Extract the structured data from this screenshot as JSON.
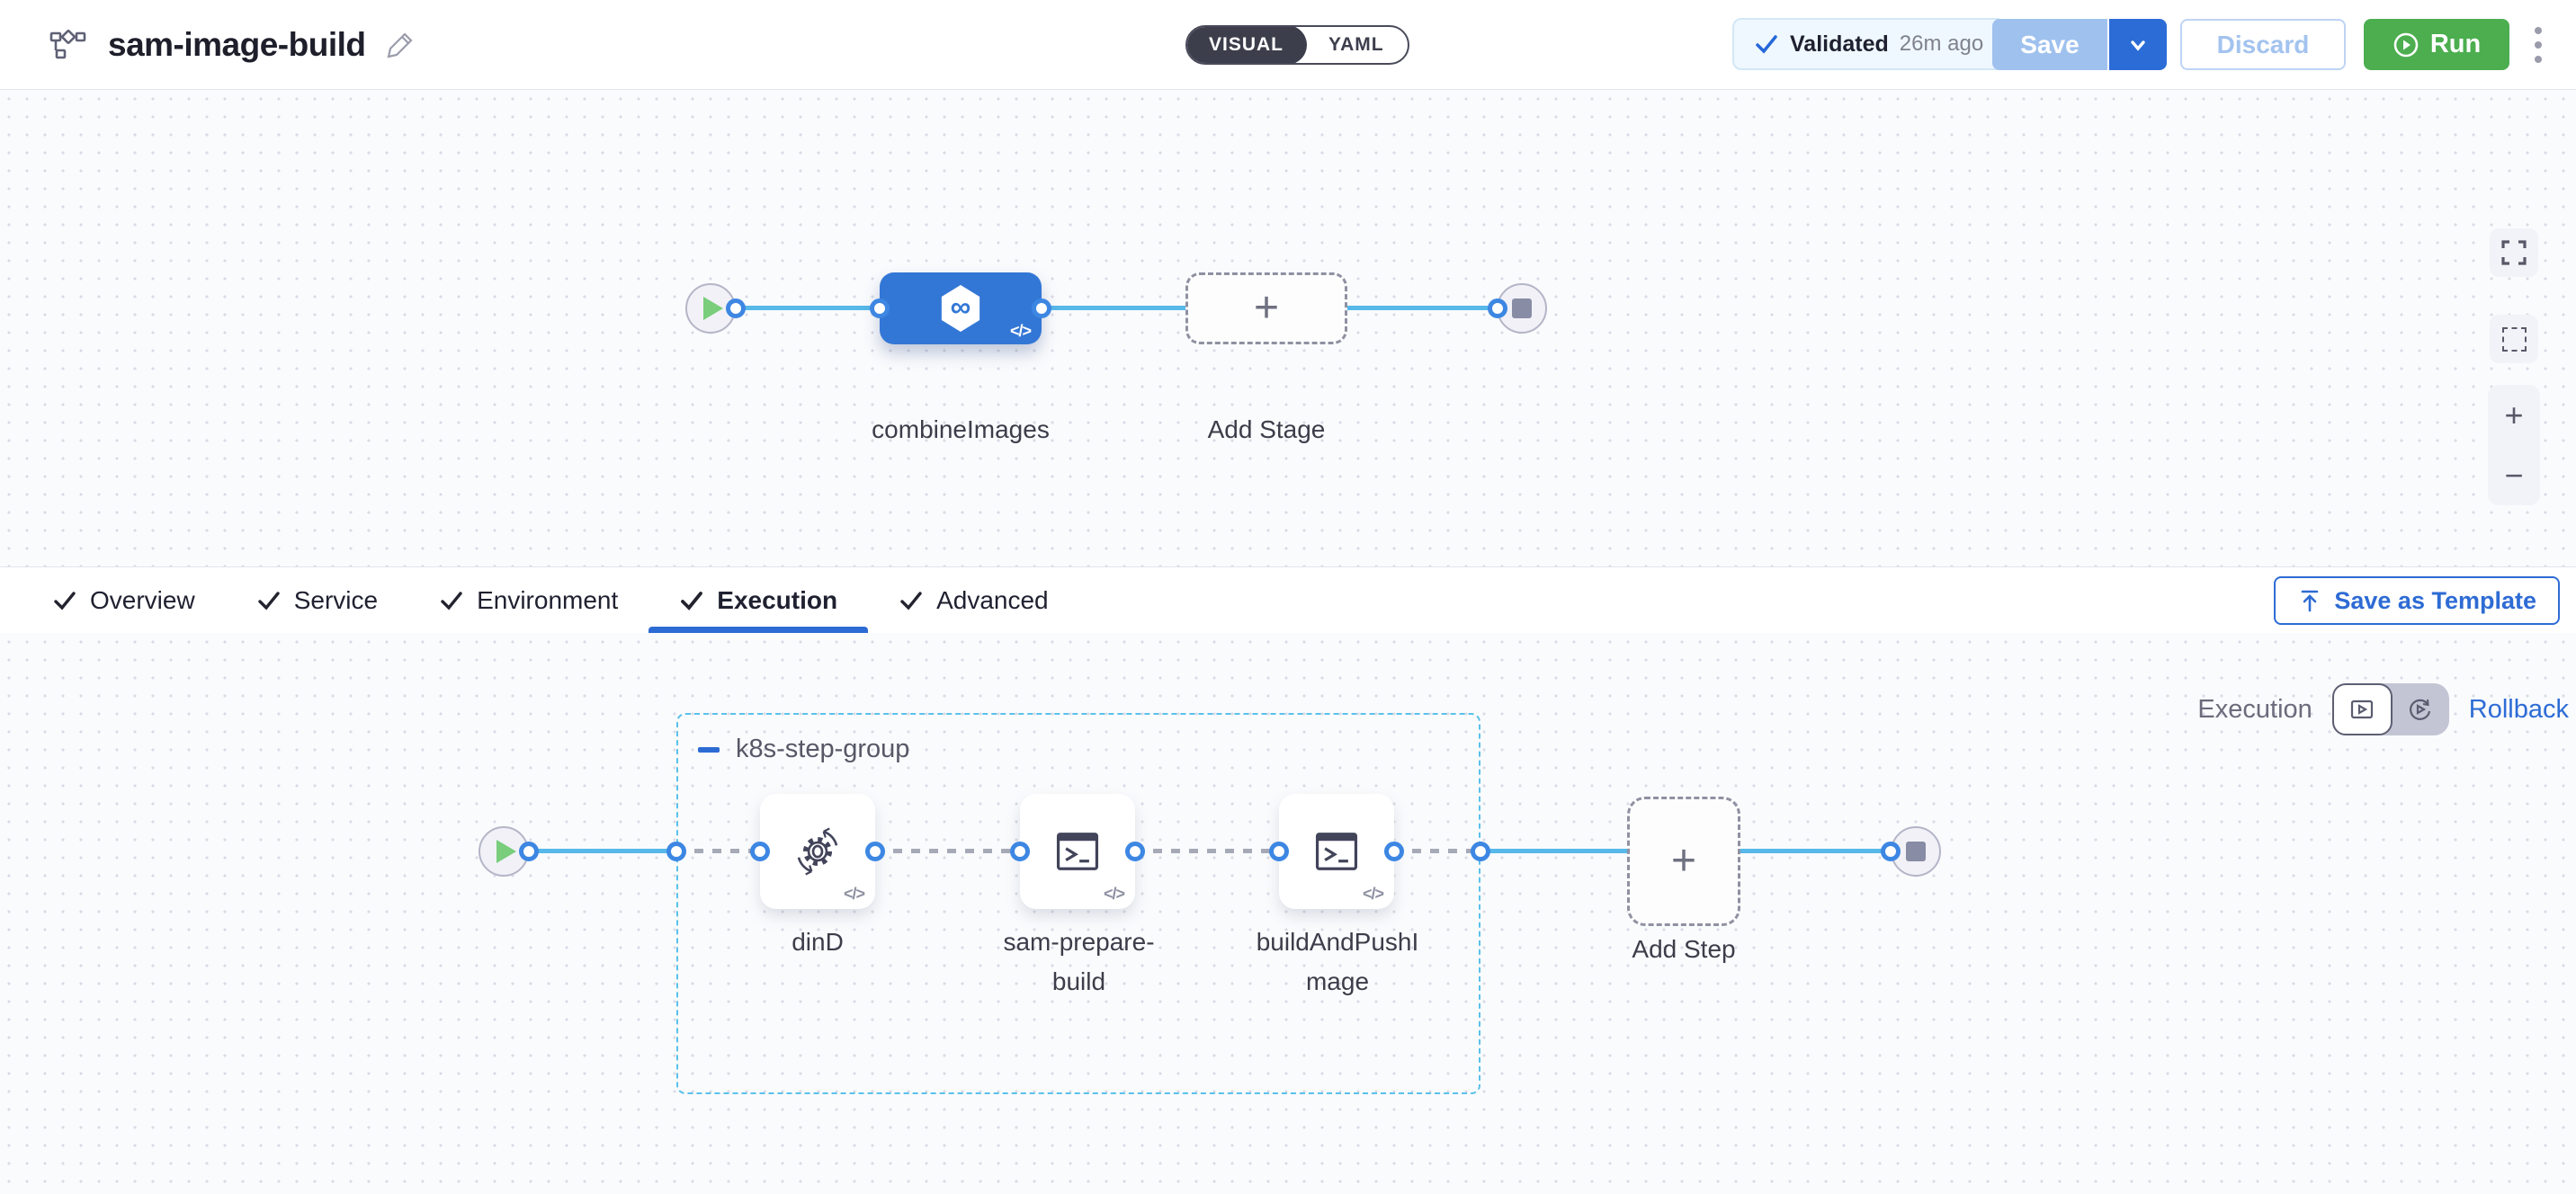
{
  "header": {
    "title": "sam-image-build",
    "mode_toggle": {
      "visual": "VISUAL",
      "yaml": "YAML",
      "selected": "VISUAL"
    },
    "validated": {
      "label": "Validated",
      "time": "26m ago"
    },
    "save_label": "Save",
    "discard_label": "Discard",
    "run_label": "Run"
  },
  "top_canvas": {
    "stage": {
      "name": "combineImages"
    },
    "add_stage_label": "Add Stage"
  },
  "tabs": {
    "items": [
      {
        "label": "Overview",
        "checked": true
      },
      {
        "label": "Service",
        "checked": true
      },
      {
        "label": "Environment",
        "checked": true
      },
      {
        "label": "Execution",
        "checked": true
      },
      {
        "label": "Advanced",
        "checked": true
      }
    ],
    "active": "Execution"
  },
  "save_as_template_label": "Save as Template",
  "execution_panel": {
    "execution_label": "Execution",
    "rollback_label": "Rollback",
    "step_group": {
      "name": "k8s-step-group",
      "steps": [
        {
          "name": "dinD",
          "icon": "gear-sync-icon"
        },
        {
          "name": "sam-prepare-build",
          "icon": "terminal-icon"
        },
        {
          "name": "buildAndPushImage",
          "icon": "terminal-icon"
        }
      ]
    },
    "add_step_label": "Add Step"
  },
  "zoom_controls": {
    "zoom_in": "+",
    "zoom_out": "−"
  },
  "plus_glyph": "+",
  "colors": {
    "primary_blue": "#2c6bd3",
    "stage_node_blue": "#3377d6",
    "connector_blue": "#57b8e9",
    "run_green": "#4cae4f",
    "group_border_cyan": "#5ac1ea",
    "validated_bg": "#eff8fe"
  }
}
